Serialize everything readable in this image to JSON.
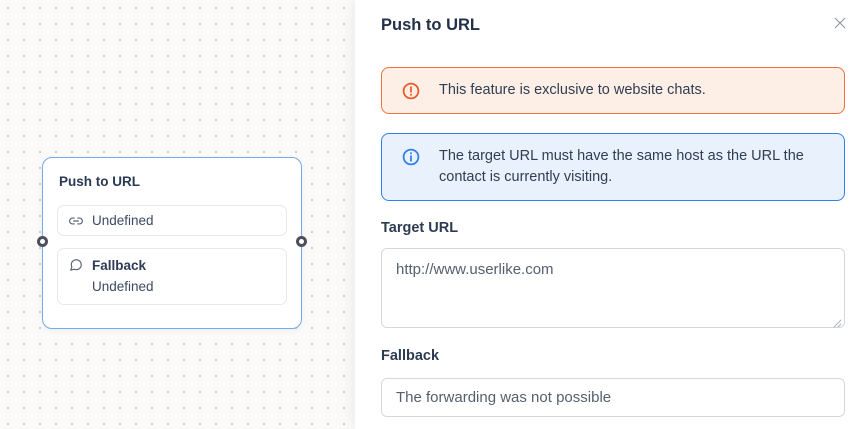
{
  "canvas": {
    "node": {
      "title": "Push to URL",
      "rows": [
        {
          "icon": "link-icon",
          "label": "Undefined"
        },
        {
          "icon": "chat-bubble-icon",
          "label": "Fallback",
          "sublabel": "Undefined"
        }
      ]
    }
  },
  "panel": {
    "title": "Push to URL",
    "close_icon": "x-icon",
    "alerts": [
      {
        "type": "warning",
        "icon": "alert-circle-icon",
        "text": "This feature is exclusive to website chats."
      },
      {
        "type": "info",
        "icon": "info-circle-icon",
        "text": "The target URL must have the same host as the URL the contact is currently visiting."
      }
    ],
    "fields": [
      {
        "label": "Target URL",
        "kind": "textarea",
        "value": "http://www.userlike.com"
      },
      {
        "label": "Fallback",
        "kind": "input",
        "value": "The forwarding was not possible"
      }
    ]
  },
  "colors": {
    "warning_border": "#f2703a",
    "warning_bg": "#fdeee6",
    "warning_icon": "#ee5a29",
    "info_border": "#2f80ed",
    "info_bg": "#e9f1fc",
    "node_border": "#74a9ec",
    "text_dark": "#2e3c52",
    "canvas_bg": "#fbfaf9"
  }
}
